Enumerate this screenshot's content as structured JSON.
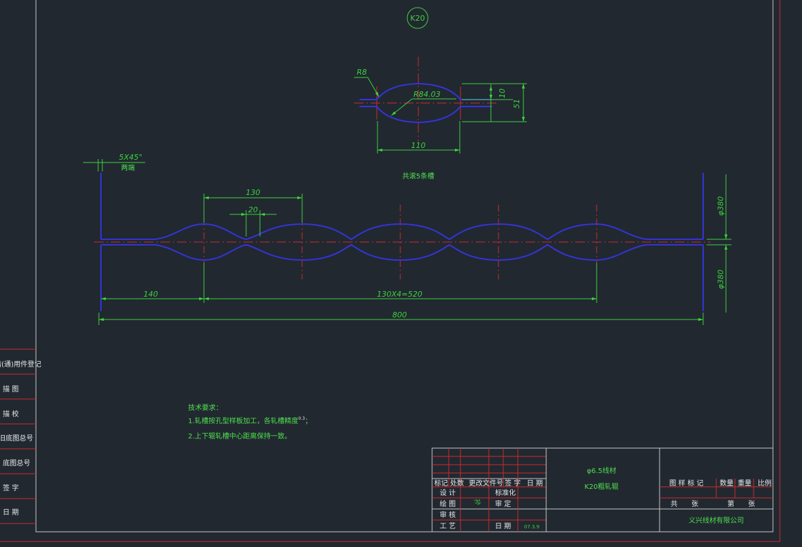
{
  "badge": "K20",
  "profile": {
    "r_small": "R8",
    "r_large": "R84.03",
    "width": "110",
    "half_depth": "10",
    "total_depth": "51"
  },
  "groove_count_note": "共滚5条槽",
  "chamfer": {
    "size": "5X45°",
    "note": "两端"
  },
  "dims": {
    "pitch": "130",
    "flat": "20",
    "left": "140",
    "pitch_total": "130X4=520",
    "overall": "800",
    "dia_top": "φ380",
    "dia_bottom": "φ380"
  },
  "tech": {
    "title": "技术要求：",
    "line1": "1.轧槽按孔型样板加工，各轧槽精度",
    "tol": "0.3",
    "line1_end": "；",
    "line2": "2.上下辊轧槽中心距离保持一致。"
  },
  "side_table": [
    "借(通)用件登记",
    "描  图",
    "描  校",
    "旧底图总号",
    "底图总号",
    "签  字",
    "日  期"
  ],
  "title_block": {
    "header_row": [
      "标记",
      "处数",
      "更改文件号",
      "签 字",
      "日 期"
    ],
    "designer": "设 计",
    "drafter": "绘 图",
    "checker": "审 核",
    "process": "工 艺",
    "standard": "标准化",
    "approve": "审 定",
    "date_label": "日 期",
    "date_value": "07.3.9",
    "signature": "孙",
    "material": "φ6.5线材",
    "part_name": "K20粗轧辊",
    "drawing_mark": "图 样 标 记",
    "qty": "数量",
    "weight": "重量",
    "scale": "比例",
    "total": "共",
    "sheets": "张",
    "sheet_no": "第",
    "sheets2": "张",
    "company": "义兴线材有限公司"
  }
}
